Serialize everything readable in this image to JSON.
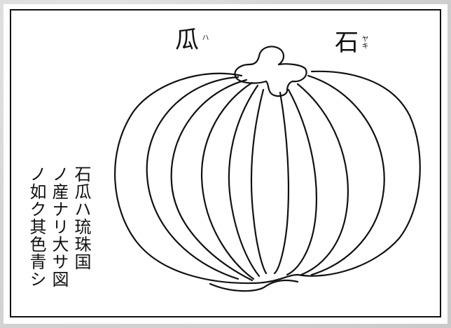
{
  "title": {
    "left_char": "瓜",
    "left_ruby": "ハ",
    "right_char": "石",
    "right_ruby": "ヤキ"
  },
  "caption": {
    "col1": "石瓜ハ琉珠国",
    "col2": "ノ産ナリ大サ図",
    "col3": "ノ如ク其色青シ"
  }
}
